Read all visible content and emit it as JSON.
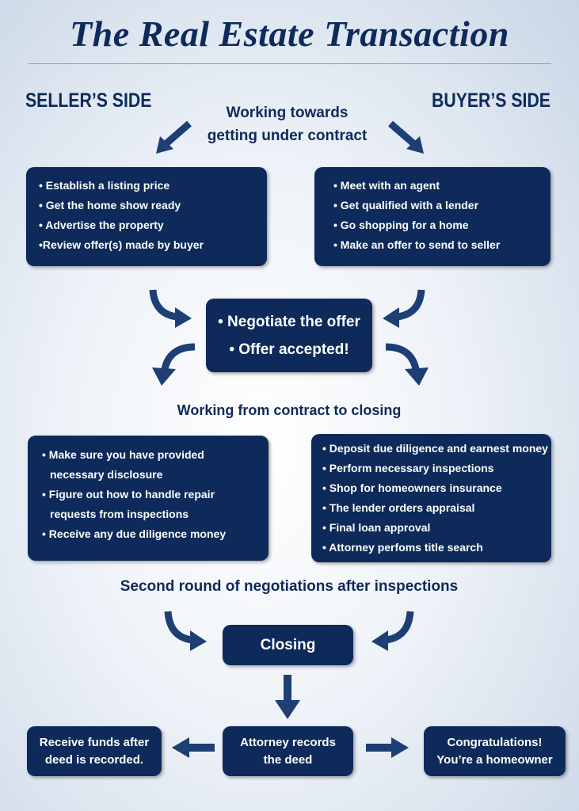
{
  "title": "The Real Estate Transaction",
  "seller_label": "SELLER’S SIDE",
  "buyer_label": "BUYER’S SIDE",
  "heading_1": [
    "Working towards",
    "getting under contract"
  ],
  "seller_box_1": [
    "• Establish a listing price",
    "• Get the home show ready",
    "• Advertise the property",
    "•Review offer(s) made by buyer"
  ],
  "buyer_box_1": [
    "• Meet with an agent",
    "• Get qualified with a lender",
    "• Go shopping for a home",
    "• Make an offer to send to seller"
  ],
  "negotiate_box": [
    "• Negotiate the offer",
    "• Offer accepted!"
  ],
  "heading_2": "Working from contract to closing",
  "seller_box_2": [
    "• Make sure you have provided",
    "  necessary disclosure",
    "• Figure out how to handle repair",
    "  requests from inspections",
    "• Receive any due diligence money"
  ],
  "buyer_box_2": [
    "• Deposit due diligence and earnest money",
    "• Perform necessary inspections",
    "• Shop for homeowners insurance",
    "• The lender orders appraisal",
    "• Final loan approval",
    " • Attorney perfoms title search"
  ],
  "heading_3": "Second round of negotiations after inspections",
  "closing_box": "Closing",
  "attorney_box": [
    "Attorney records",
    "the deed"
  ],
  "funds_box": [
    "Receive funds after",
    "deed is recorded."
  ],
  "congrats_box": [
    "Congratulations!",
    "You’re a homeowner"
  ],
  "colors": {
    "navy": "#0d2a5a",
    "arrow": "#1d3f73"
  }
}
